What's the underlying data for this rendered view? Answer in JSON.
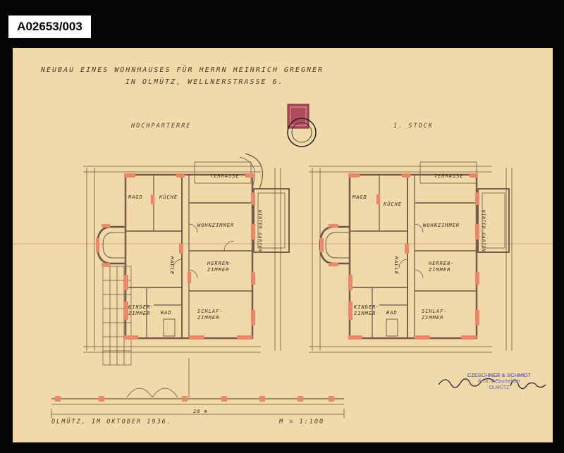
{
  "archive": {
    "reference": "A02653/003"
  },
  "title": {
    "line1": "NEUBAU EINES WOHNHAUSES FÜR HERRN HEINRICH GREGNER",
    "line2": "IN OLMÜTZ, WELLNERSTRASSE 6."
  },
  "plans": [
    {
      "heading": "HOCHPARTERRE",
      "rooms": {
        "terrasse": "TERRASSE",
        "magd": "MAGD",
        "kueche": "KÜCHE",
        "wohnzimmer": "WOHNZIMMER",
        "wintergarten": "WINTER-GARTEN",
        "halle": "HALLE",
        "herrenzimmer_1": "HERREN-",
        "herrenzimmer_2": "ZIMMER",
        "kinderzimmer_1": "KINDER-",
        "kinderzimmer_2": "ZIMMER",
        "bad": "BAD",
        "schlafzimmer_1": "SCHLAF-",
        "schlafzimmer_2": "ZIMMER"
      }
    },
    {
      "heading": "1. STOCK",
      "rooms": {
        "terrasse": "TERRASSE",
        "magd": "MAGD",
        "kueche": "KÜCHE",
        "wohnzimmer": "WOHNZIMMER",
        "wintergarten": "WINTER-GARTEN",
        "halle": "HALLE",
        "herrenzimmer_1": "HERREN-",
        "herrenzimmer_2": "ZIMMER",
        "kinderzimmer_1": "KINDER-",
        "kinderzimmer_2": "ZIMMER",
        "bad": "BAD",
        "schlafzimmer_1": "SCHLAF-",
        "schlafzimmer_2": "ZIMMER"
      }
    }
  ],
  "footer": {
    "place_date": "OLMÜTZ, IM OKTOBER 1936.",
    "scale": "M = 1:100",
    "site_dimension": "28 m"
  },
  "firm_stamp": {
    "name": "CZESCHNER & SCHMIDT",
    "line2": "Arch. & Baumeister",
    "line3": "OLMÜTZ"
  },
  "colors": {
    "paper": "#f2d9aa",
    "wall_fill": "#e88a6a",
    "ink": "#4a3a2a",
    "stamp_ink": "#6e6ab0",
    "revenue_stamp": "#b04a5a"
  }
}
